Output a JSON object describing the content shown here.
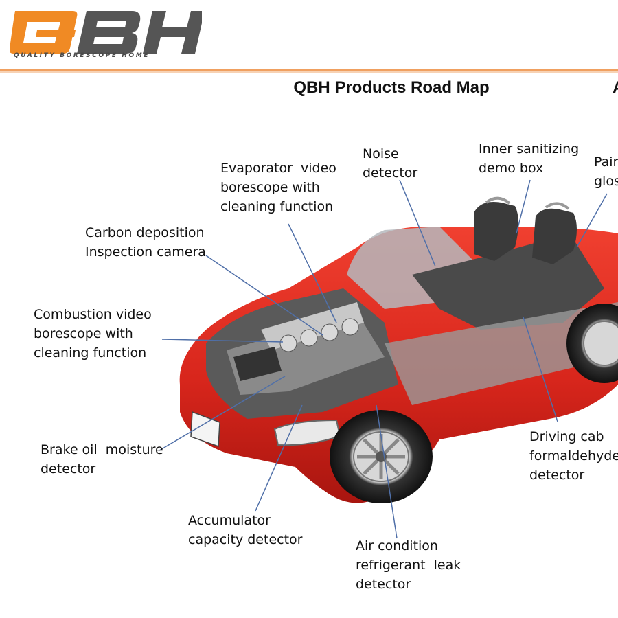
{
  "brand": {
    "logo_text": "QBH",
    "tagline": "QUALITY BORESCOPE HOME",
    "accent_color": "#f08a24",
    "gray_color": "#555555"
  },
  "title": "QBH Products Road Map",
  "title_cut": "A",
  "labels": {
    "noise": "Noise\ndetector",
    "inner_sanitizing": "Inner sanitizing\ndemo box",
    "paint_gloss": "Pair\nglos",
    "evaporator": "Evaporator  video\nborescope with\ncleaning function",
    "carbon": "Carbon deposition\nInspection camera",
    "combustion": "Combustion video\nborescope with\ncleaning function",
    "brake_oil": "Brake oil  moisture\ndetector",
    "accumulator": "Accumulator\ncapacity detector",
    "air_condition": "Air condition\nrefrigerant  leak\ndetector",
    "driving_cab": "Driving cab\nformaldehyde\ndetector"
  }
}
